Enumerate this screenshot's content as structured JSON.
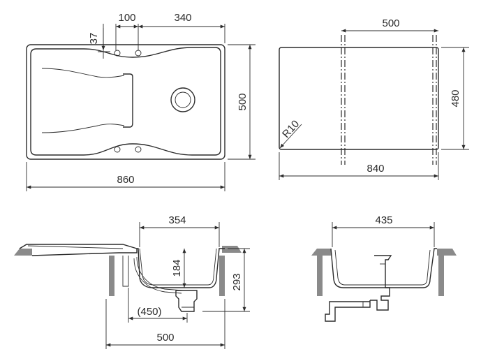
{
  "dimensions": {
    "top_view": {
      "hole_offset": "37",
      "hole_spacing": "100",
      "bowl_offset": "340",
      "overall_width": "860",
      "overall_depth": "500"
    },
    "cutout_view": {
      "cutout_width": "500",
      "cutout_depth": "480",
      "corner_radius": "R10",
      "cutout_length": "840"
    },
    "front_section": {
      "bowl_width": "354",
      "bowl_depth": "184",
      "height_to_drain": "293",
      "drain_distance": "(450)",
      "cabinet_width": "500"
    },
    "side_section": {
      "bowl_width": "435"
    }
  }
}
